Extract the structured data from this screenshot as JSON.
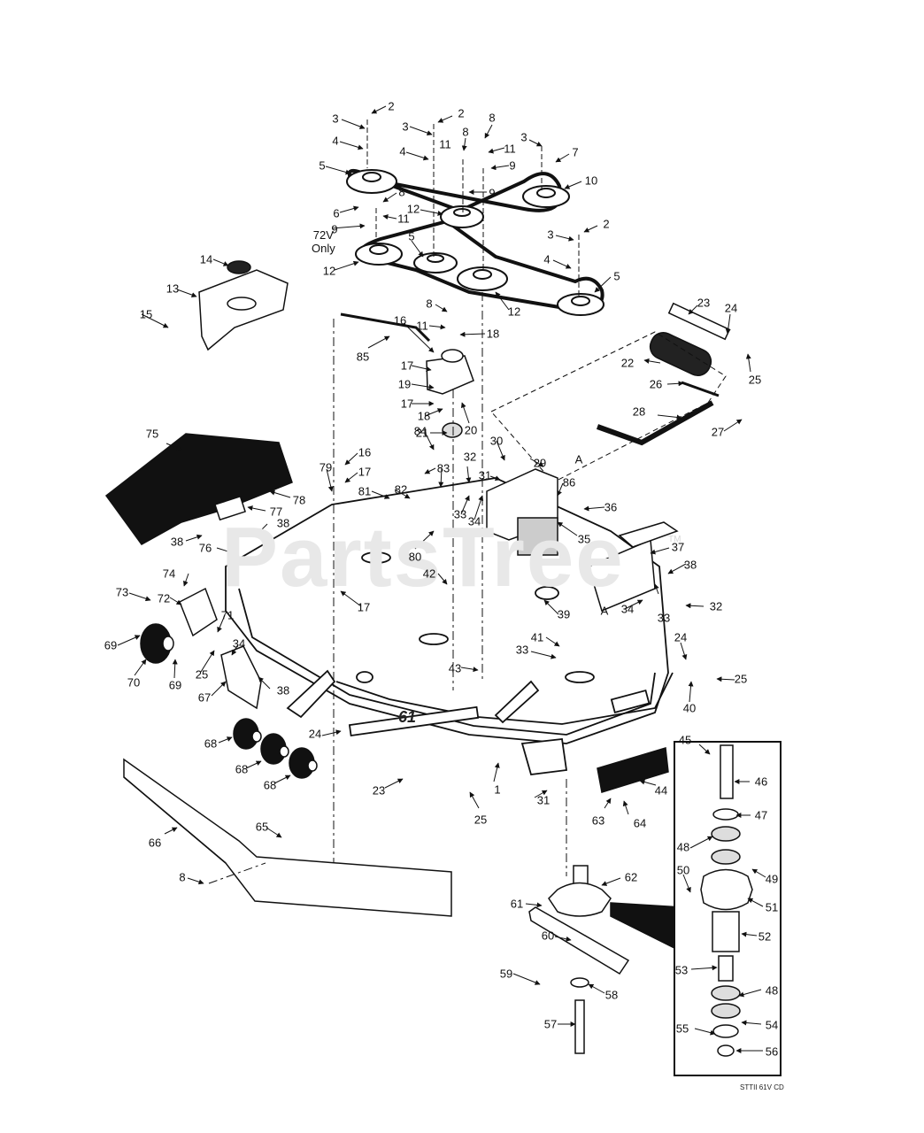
{
  "watermark": "PartsTree",
  "trademark": "TM",
  "drawing_code": "STTII 61V CD",
  "deck_badge": "61",
  "variant_note": [
    "72V",
    "Only"
  ],
  "callout_marker": "A",
  "part_numbers": [
    "1",
    "2",
    "3",
    "4",
    "5",
    "6",
    "7",
    "8",
    "9",
    "10",
    "11",
    "12",
    "13",
    "14",
    "15",
    "16",
    "17",
    "18",
    "19",
    "20",
    "21",
    "22",
    "23",
    "24",
    "25",
    "26",
    "27",
    "28",
    "29",
    "30",
    "31",
    "32",
    "33",
    "34",
    "35",
    "36",
    "37",
    "38",
    "39",
    "40",
    "41",
    "42",
    "43",
    "44",
    "45",
    "46",
    "47",
    "48",
    "49",
    "50",
    "51",
    "52",
    "53",
    "54",
    "55",
    "56",
    "57",
    "58",
    "59",
    "60",
    "61",
    "62",
    "63",
    "64",
    "65",
    "66",
    "67",
    "68",
    "69",
    "70",
    "71",
    "72",
    "73",
    "74",
    "75",
    "76",
    "77",
    "78",
    "79",
    "80",
    "81",
    "82",
    "83",
    "84",
    "85",
    "86"
  ]
}
